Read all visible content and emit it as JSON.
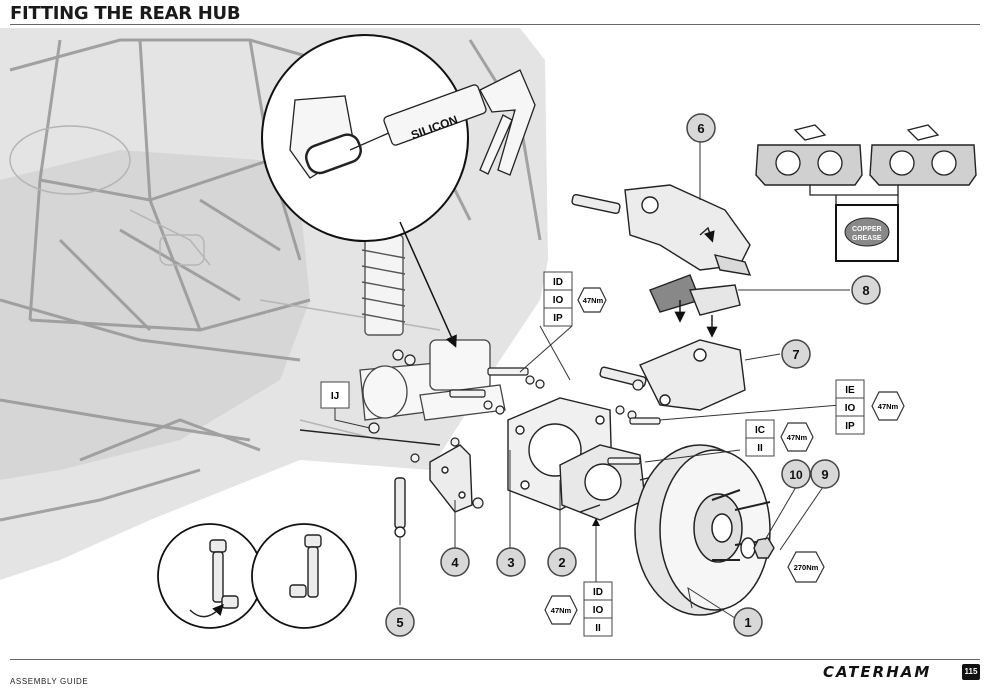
{
  "page": {
    "title": "FITTING THE REAR HUB",
    "footer_label": "ASSEMBLY GUIDE",
    "brand": "CATERHAM",
    "page_number": "115"
  },
  "callouts": {
    "part1": "1",
    "part2": "2",
    "part3": "3",
    "part4": "4",
    "part5": "5",
    "part6": "6",
    "part7": "7",
    "part8": "8",
    "part9": "9",
    "part10": "10"
  },
  "codes": {
    "top": [
      "ID",
      "IO",
      "IP"
    ],
    "caliper": [
      "IE",
      "IO",
      "IP"
    ],
    "hub": [
      "IC",
      "II"
    ],
    "bottom": [
      "ID",
      "IO",
      "II"
    ],
    "droplink": [
      "IJ"
    ]
  },
  "torques": {
    "top": "47Nm",
    "caliper": "47Nm",
    "hub": "47Nm",
    "bottom": "47Nm",
    "nut": "270Nm"
  },
  "inset_labels": {
    "sealant_tube": "SILICON",
    "grease_tin_line1": "COPPER",
    "grease_tin_line2": "GREASE"
  }
}
